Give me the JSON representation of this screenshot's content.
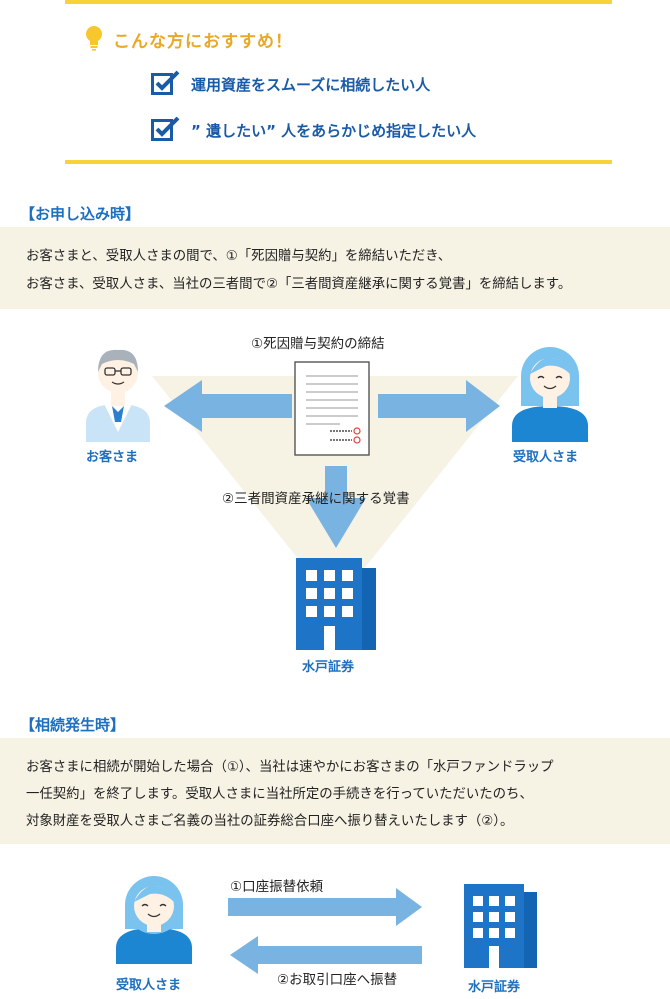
{
  "recommend": {
    "title": "こんな方におすすめ！",
    "items": [
      "運用資産をスムーズに相続したい人",
      "” 遺したい” 人をあらかじめ指定したい人"
    ]
  },
  "application": {
    "title": "【お申し込み時】",
    "lines": [
      "お客さまと、受取人さまの間で、①「死因贈与契約」を締結いただき、",
      "お客さま、受取人さま、当社の三者間で②「三者間資産継承に関する覚書」を締結します。"
    ],
    "diagram": {
      "contract_label": "①死因贈与契約の締結",
      "memo_label": "②三者間資産承継に関する覚書",
      "customer_label": "お客さま",
      "recipient_label": "受取人さま",
      "company_label": "水戸証券"
    }
  },
  "inheritance": {
    "title": "【相続発生時】",
    "lines": [
      "お客さまに相続が開始した場合（①）、当社は速やかにお客さまの「水戸ファンドラップ",
      "一任契約」を終了します。受取人さまに当社所定の手続きを行っていただいたのち、",
      "対象財産を受取人さまご名義の当社の証券総合口座へ振り替えいたします（②）。"
    ],
    "diagram": {
      "request_label": "①口座振替依頼",
      "transfer_label": "②お取引口座へ振替",
      "recipient_label": "受取人さま",
      "company_label": "水戸証券"
    }
  },
  "colors": {
    "accent_yellow": "#f7d23b",
    "title_blue": "#1d6fc0",
    "arrow_blue": "#79b3e2",
    "beige": "#f6f2e4"
  }
}
